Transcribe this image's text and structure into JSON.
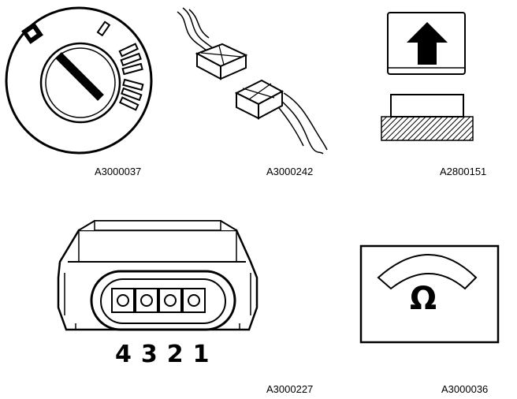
{
  "figures": [
    {
      "id": "ignition",
      "caption": "A3000037"
    },
    {
      "id": "connector-pair",
      "caption": "A3000242"
    },
    {
      "id": "lift-up",
      "caption": "A2800151"
    },
    {
      "id": "connector-4pin",
      "caption": "A3000227",
      "pin_label": "4321"
    },
    {
      "id": "ohmmeter",
      "caption": "A3000036",
      "symbol": "Ω"
    }
  ]
}
